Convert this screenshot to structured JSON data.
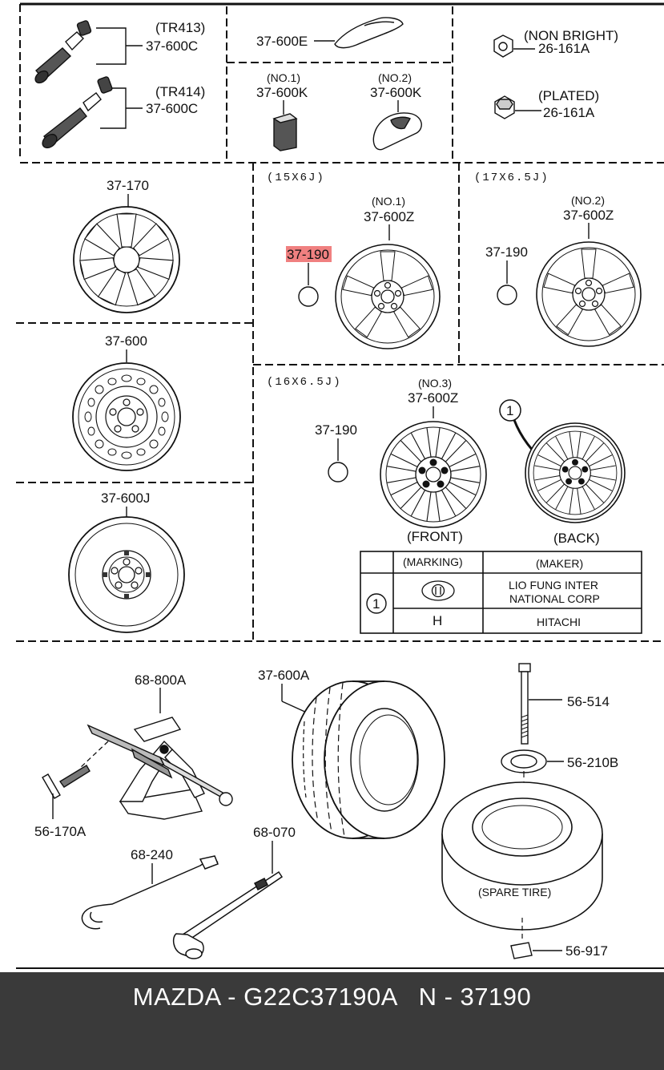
{
  "labels": {
    "tr413": "(TR413)",
    "tr414": "(TR414)",
    "valve_part_1": "37-600C",
    "valve_part_2": "37-600C",
    "part_37600e": "37-600E",
    "no1_top": "(NO.1)",
    "no2_top": "(NO.2)",
    "part_37600k_1": "37-600K",
    "part_37600k_2": "37-600K",
    "non_bright": "(NON BRIGHT)",
    "nut_1": "26-161A",
    "plated": "(PLATED)",
    "nut_2": "26-161A",
    "part_37170": "37-170",
    "size_15x6": "(15X6J)",
    "wheel_no1": "(NO.1)",
    "wheel_37600z_1": "37-600Z",
    "part_37190_highlight": "37-190",
    "size_17x65": "(17X6.5J)",
    "part_37190_b": "37-190",
    "wheel_no2": "(NO.2)",
    "wheel_37600z_2": "37-600Z",
    "part_37600": "37-600",
    "size_16x65": "(16X6.5J)",
    "wheel_no3": "(NO.3)",
    "wheel_37600z_3": "37-600Z",
    "part_37190_c": "37-190",
    "callout_1": "1",
    "front": "(FRONT)",
    "back": "(BACK)",
    "part_37600j": "37-600J",
    "part_68800a": "68-800A",
    "part_37600a": "37-600A",
    "part_56514": "56-514",
    "part_56210b": "56-210B",
    "part_56170a": "56-170A",
    "part_68240": "68-240",
    "part_68070": "68-070",
    "spare_tire": "(SPARE TIRE)",
    "part_56917": "56-917"
  },
  "marking_table": {
    "header_marking": "(MARKING)",
    "header_maker": "(MAKER)",
    "row_callout": "1",
    "maker_1_line1": "LIO FUNG INTER",
    "maker_1_line2": "NATIONAL CORP",
    "marking_2": "H",
    "maker_2": "HITACHI"
  },
  "footer": {
    "text": "MAZDA - G22C37190A   N - 37190"
  },
  "colors": {
    "highlight": "#f08080",
    "footer_bg": "#3a3a3a",
    "footer_text": "#ffffff"
  }
}
